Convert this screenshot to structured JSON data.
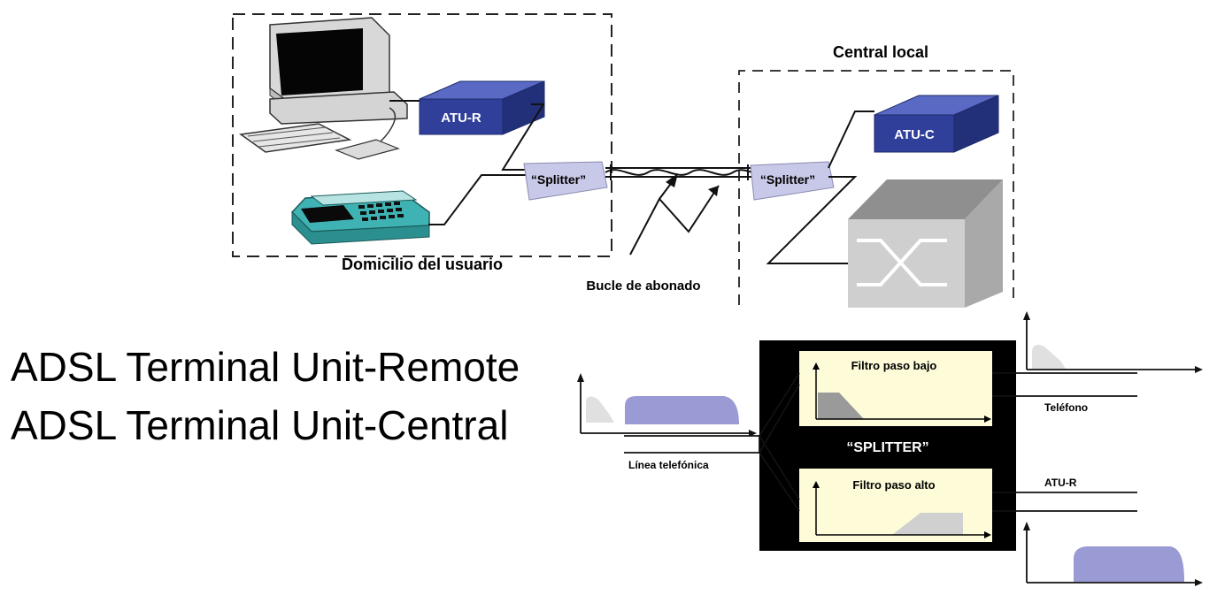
{
  "diagram": {
    "top": {
      "central_label": "Central local",
      "atu_r": "ATU-R",
      "atu_c": "ATU-C",
      "splitter_left": "“Splitter”",
      "splitter_right": "“Splitter”",
      "domicilio": "Domicilio del usuario",
      "bucle": "Bucle de abonado"
    },
    "captions": {
      "line1": "ADSL Terminal Unit-Remote",
      "line2": "ADSL Terminal Unit-Central"
    },
    "splitter_detail": {
      "filtro_bajo": "Filtro paso bajo",
      "filtro_alto": "Filtro paso alto",
      "splitter_title": "“SPLITTER”",
      "linea": "Línea telefónica",
      "telefono": "Teléfono",
      "atu_r": "ATU-R"
    }
  },
  "colors": {
    "device_blue": "#2f3f9a",
    "splitter_lavender": "#c8c8e8",
    "phone_teal": "#3fb3b3",
    "filter_yellow": "#fdfbd8",
    "spectrum_purple": "#9a9ad4",
    "switch_gray": "#b8b8b8"
  }
}
